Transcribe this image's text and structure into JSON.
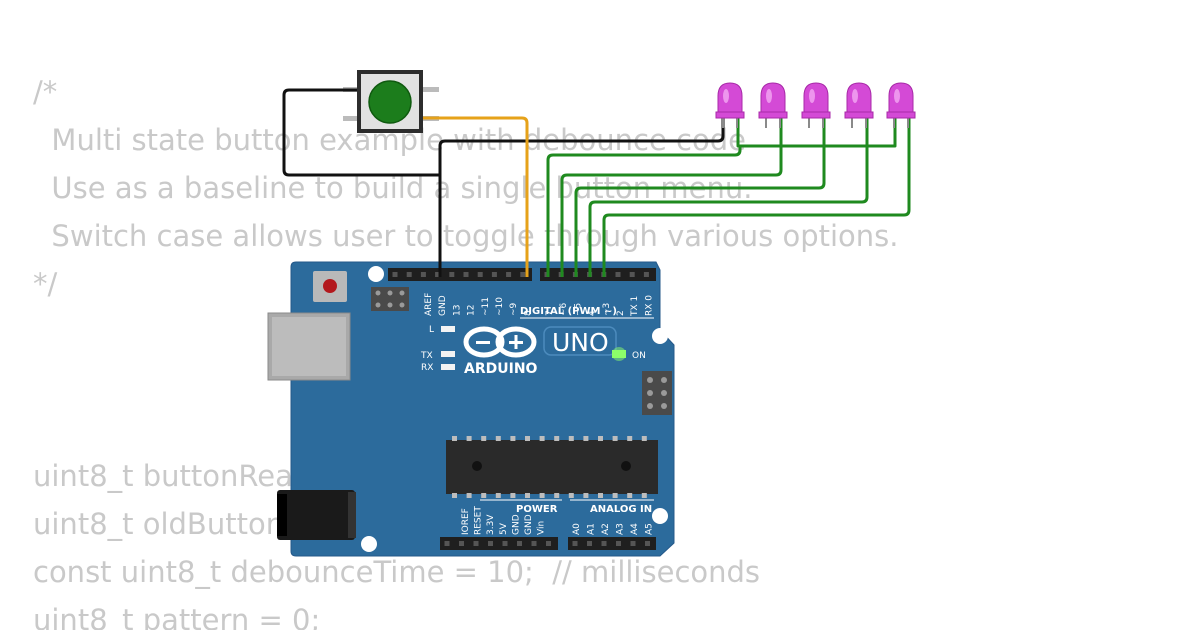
{
  "code_lines": [
    "/*",
    "  Multi state button example with debounce code",
    "  Use as a baseline to build a single button menu.",
    "  Switch case allows user to toggle through various options.",
    "*/",
    "",
    "",
    "",
    "uint8_t buttonRead;",
    "uint8_t oldButtonRead = 0;",
    "const uint8_t debounceTime = 10;  // milliseconds",
    "uint8_t pattern = 0;"
  ],
  "board": {
    "brand": "ARDUINO",
    "model": "UNO",
    "on_label": "ON",
    "led_l": "L",
    "led_tx": "TX",
    "led_rx": "RX",
    "digital_header": "DIGITAL (PWM ~)",
    "power_header": "POWER",
    "analog_header": "ANALOG IN",
    "digital_pins_left": [
      "AREF",
      "GND",
      "13",
      "12",
      "~11",
      "~10",
      "~9",
      "8"
    ],
    "digital_pins_right": [
      "7",
      "~6",
      "~5",
      "4",
      "~3",
      "2",
      "TX 1",
      "RX 0"
    ],
    "power_pins": [
      "IOREF",
      "RESET",
      "3.3V",
      "5V",
      "GND",
      "GND",
      "Vin"
    ],
    "analog_pins": [
      "A0",
      "A1",
      "A2",
      "A3",
      "A4",
      "A5"
    ],
    "color": "#2c6b9c"
  },
  "components": {
    "button_color": "#1c7d1c",
    "led_color": "#d44ad6",
    "led_count": 5
  },
  "wires": {
    "black": "#111111",
    "orange": "#e6a21a",
    "green": "#1f8a1f"
  }
}
